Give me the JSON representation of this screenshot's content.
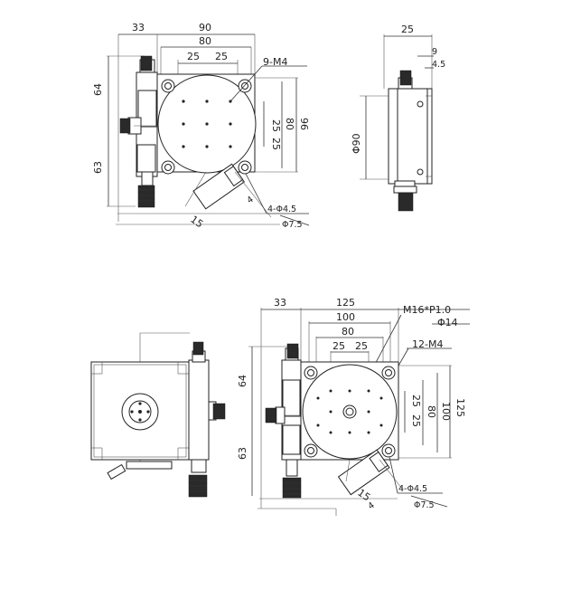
{
  "views": {
    "top_small": {
      "dims": {
        "w33": "33",
        "w90": "90",
        "w80": "80",
        "w25a": "25",
        "w25b": "25",
        "h64": "64",
        "h63": "63",
        "h80": "80",
        "h96": "96",
        "v25a": "25",
        "v25b": "25",
        "tap": "9-M4",
        "angle": "15",
        "holes": "4-Φ4.5",
        "cbore": "Φ7.5",
        "four": "4"
      }
    },
    "side_small": {
      "dims": {
        "w25": "25",
        "w9": "9",
        "w45": "4.5",
        "d90": "Φ90"
      }
    },
    "front_large": {},
    "top_large": {
      "dims": {
        "w33": "33",
        "w125": "125",
        "w100": "100",
        "w80": "80",
        "w25a": "25",
        "w25b": "25",
        "h64": "64",
        "h63": "63",
        "v25a": "25",
        "v25b": "25",
        "h80": "80",
        "h100": "100",
        "h125": "125",
        "center_thread": "M16*P1.0",
        "center_dia": "Φ14",
        "tap": "12-M4",
        "angle": "15",
        "holes": "4-Φ4.5",
        "cbore": "Φ7.5",
        "four": "4"
      }
    }
  }
}
